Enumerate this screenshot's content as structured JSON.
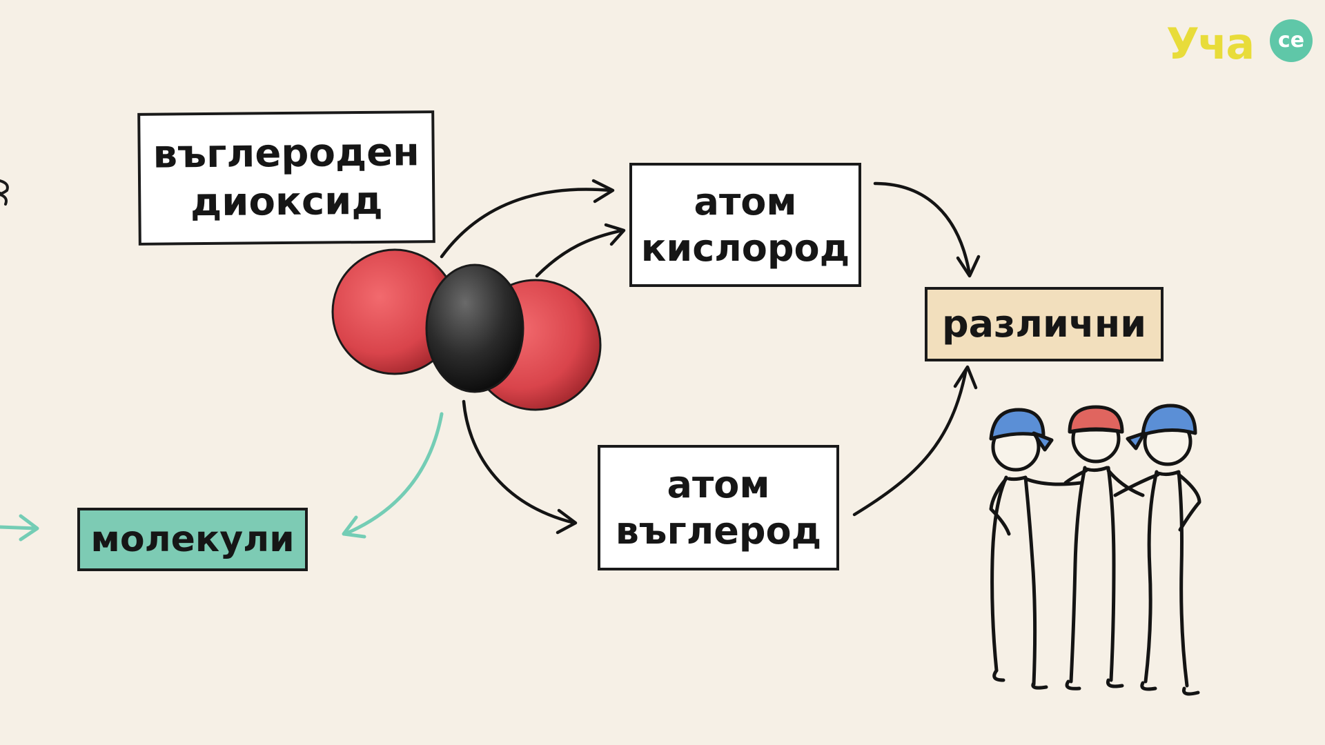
{
  "labels": {
    "co2": {
      "line1": "въглероден",
      "line2": "диоксид"
    },
    "oxygen_atom": {
      "line1": "атом",
      "line2": "кислород"
    },
    "carbon_atom": {
      "line1": "атом",
      "line2": "въглерод"
    },
    "different": "различни",
    "molecules": "молекули"
  },
  "logo": {
    "word": "Уча",
    "badge": "ce"
  },
  "colors": {
    "background": "#f6f0e6",
    "oxygen": "#d9444b",
    "carbon": "#2b2b2b",
    "molecules_label": "#7dcbb4",
    "different_label": "#f2dfbd",
    "teal_arrow": "#74cdb5",
    "logo_yellow": "#e8dc3a",
    "logo_badge": "#5fc7a8",
    "cap_blue": "#5b8fd6",
    "cap_red": "#e0655f"
  },
  "icons": [
    "co2-molecule-icon",
    "three-friends-icon",
    "arrow-icon"
  ]
}
